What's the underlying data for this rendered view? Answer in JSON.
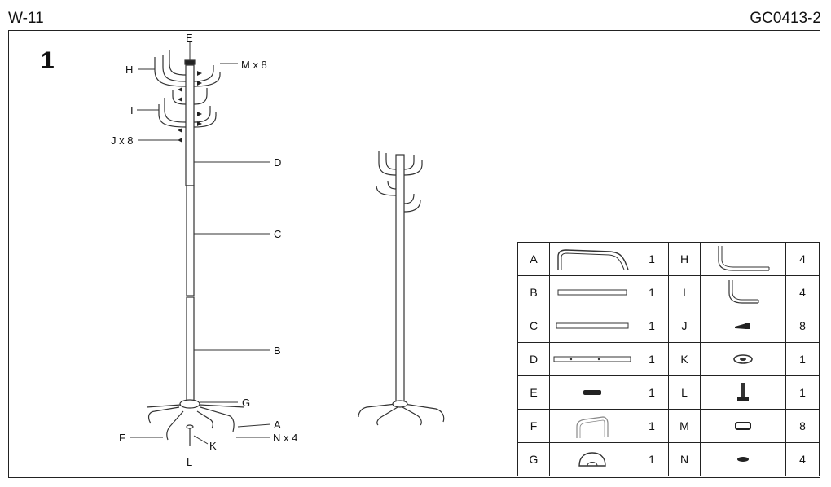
{
  "header": {
    "left": "W-11",
    "right": "GC0413-2"
  },
  "step": {
    "number": "1"
  },
  "callouts": {
    "E": "E",
    "H": "H",
    "M": "M x 8",
    "I": "I",
    "J": "J x 8",
    "D": "D",
    "C": "C",
    "B": "B",
    "G": "G",
    "A": "A",
    "F": "F",
    "K": "K",
    "N": "N x 4",
    "L": "L"
  },
  "parts_table": [
    {
      "left": {
        "letter": "A",
        "icon": "base-leg-icon",
        "qty": "1"
      },
      "right": {
        "letter": "H",
        "icon": "long-hook-icon",
        "qty": "4"
      }
    },
    {
      "left": {
        "letter": "B",
        "icon": "tube-bottom-icon",
        "qty": "1"
      },
      "right": {
        "letter": "I",
        "icon": "short-hook-icon",
        "qty": "4"
      }
    },
    {
      "left": {
        "letter": "C",
        "icon": "tube-middle-icon",
        "qty": "1"
      },
      "right": {
        "letter": "J",
        "icon": "wedge-plug-icon",
        "qty": "8"
      }
    },
    {
      "left": {
        "letter": "D",
        "icon": "tube-top-icon",
        "qty": "1"
      },
      "right": {
        "letter": "K",
        "icon": "washer-icon",
        "qty": "1"
      }
    },
    {
      "left": {
        "letter": "E",
        "icon": "top-cap-icon",
        "qty": "1"
      },
      "right": {
        "letter": "L",
        "icon": "bolt-icon",
        "qty": "1"
      }
    },
    {
      "left": {
        "letter": "F",
        "icon": "base-leg-light-icon",
        "qty": "1"
      },
      "right": {
        "letter": "M",
        "icon": "hook-cap-icon",
        "qty": "8"
      }
    },
    {
      "left": {
        "letter": "G",
        "icon": "base-hub-cover-icon",
        "qty": "1"
      },
      "right": {
        "letter": "N",
        "icon": "foot-cap-icon",
        "qty": "4"
      }
    }
  ]
}
